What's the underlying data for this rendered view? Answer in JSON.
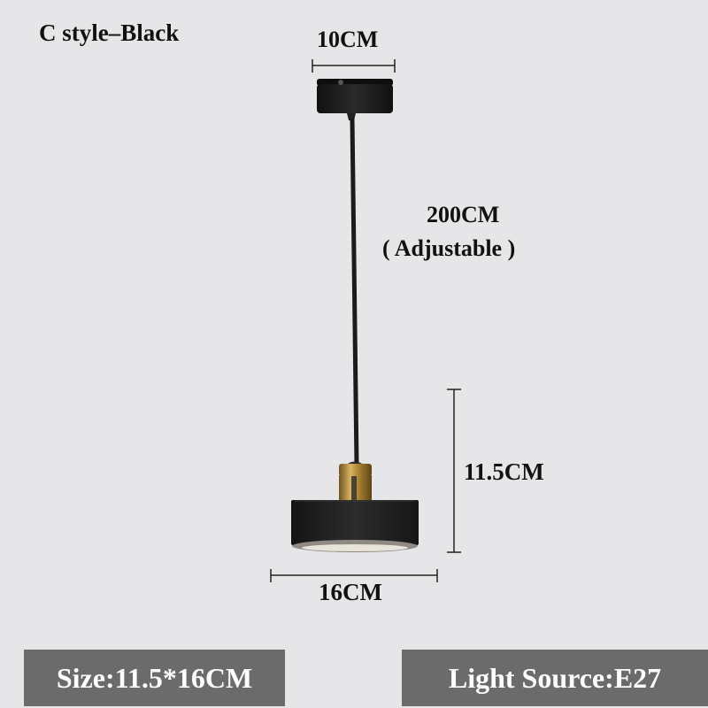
{
  "title": "C style–Black",
  "dimensions": {
    "top_width": "10CM",
    "cord_length": "200CM",
    "cord_note": "( Adjustable )",
    "shade_height": "11.5CM",
    "shade_width": "16CM"
  },
  "banners": {
    "size": "Size:11.5*16CM",
    "light_source": "Light Source:E27"
  },
  "colors": {
    "background": "#e6e6e8",
    "lamp_body": "#1c1c1c",
    "brass": "#b08a3a",
    "banner": "#6b6b6b"
  }
}
